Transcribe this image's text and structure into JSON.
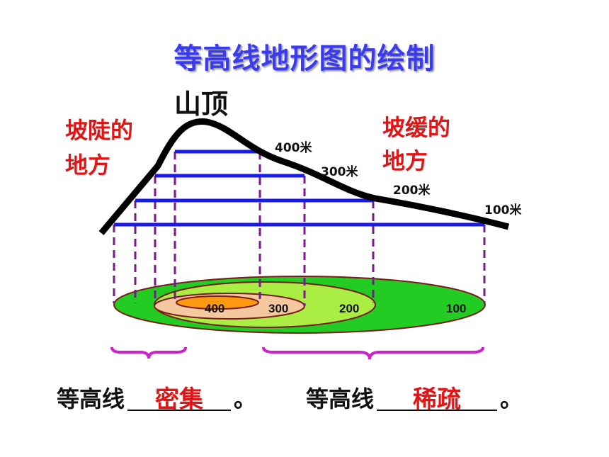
{
  "title": "等高线地形图的绘制",
  "summit_label": "山顶",
  "steep_label": [
    "坡陡的",
    "地方"
  ],
  "gentle_label": [
    "坡缓的",
    "地方"
  ],
  "elevation_labels": [
    "400米",
    "300米",
    "200米",
    "100米"
  ],
  "contour_values": [
    "400",
    "300",
    "200",
    "100"
  ],
  "sentences": [
    {
      "prefix": "等高线",
      "answer": "密集",
      "suffix": "。"
    },
    {
      "prefix": "等高线",
      "answer": "稀疏",
      "suffix": "。"
    }
  ],
  "colors": {
    "title": "#3a3af0",
    "label_red": "#e01515",
    "contour_lines": "#1a1aee",
    "projection_dash": "#7a1a8a",
    "brace": "#cc22cc",
    "ring_100": "#22cc22",
    "ring_200": "#aaee44",
    "ring_300": "#f5c8a0",
    "ring_400": "#ff9a10"
  }
}
